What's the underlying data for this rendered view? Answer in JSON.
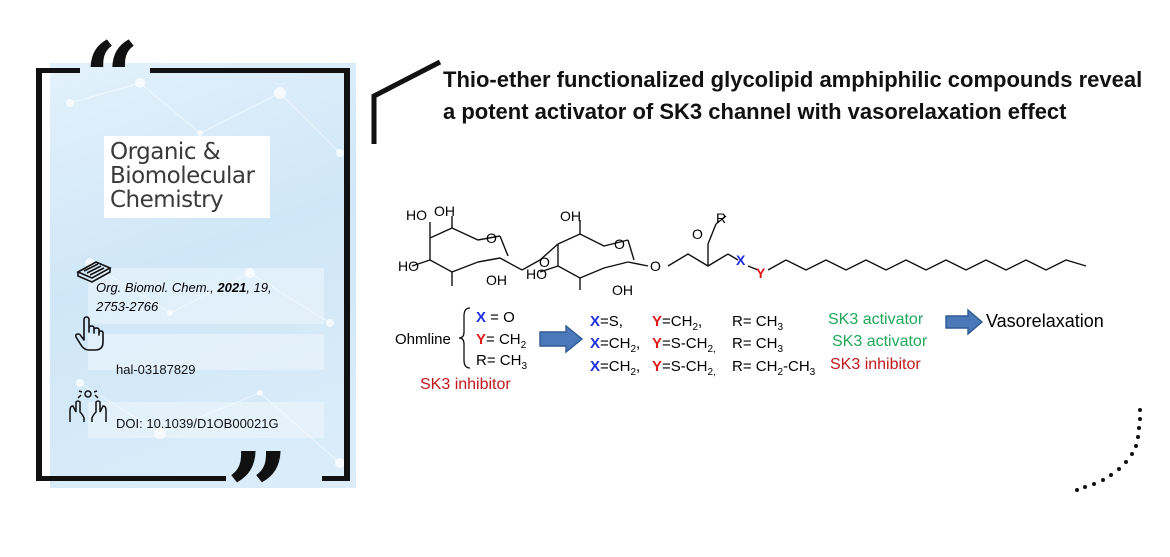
{
  "card": {
    "journal_logo": [
      "Organic &",
      "Biomolecular",
      "Chemistry"
    ],
    "citation": {
      "journal": "Org. Biomol. Chem.",
      "year": "2021",
      "volume": "19",
      "pages": "2753-2766"
    },
    "hal_id": "hal-03187829",
    "doi": "DOI: 10.1039/D1OB00021G",
    "open_quote": "“",
    "close_quote": "”"
  },
  "title": "Thio-ether functionalized glycolipid amphiphilic compounds reveal a potent activator of SK3 channel with vasorelaxation effect",
  "scheme": {
    "structure_labels": {
      "ho_ho": "HO",
      "oh_top": "OH",
      "ho_left": "HO",
      "oh_bottom1": "OH",
      "oh_top2": "OH",
      "ho_mid": "HO",
      "oh_bottom2": "OH",
      "o1": "O",
      "o2": "O",
      "o3": "O",
      "o_link": "O",
      "o_r": "O",
      "r": "R",
      "x": "X",
      "y": "Y"
    },
    "ohmline": {
      "name": "Ohmline",
      "x_label": "X",
      "x_val": " = O",
      "y_label": "Y",
      "y_val": "= CH",
      "y_sub": "2",
      "r_val": "R= CH",
      "r_sub": "3",
      "role": "SK3 inhibitor"
    },
    "analogues": [
      {
        "x": "X",
        "x_val": "=S,",
        "y": "Y",
        "y_val": "=CH",
        "y_sub": "2",
        "y_tail": ",",
        "r": "R= CH",
        "r_sub": "3",
        "role": "SK3 activator"
      },
      {
        "x": "X",
        "x_val": "=CH",
        "x_sub": "2",
        "x_tail": ",",
        "y": "Y",
        "y_val": "=S-CH",
        "y_sub": "2,",
        "r": "R= CH",
        "r_sub": "3",
        "role": "SK3 activator"
      },
      {
        "x": "X",
        "x_val": "=CH",
        "x_sub": "2",
        "x_tail": ",",
        "y": "Y",
        "y_val": "=S-CH",
        "y_sub": "2,",
        "r": "R= CH",
        "r_sub": "2",
        "r_tail": "-CH",
        "r_sub2": "3",
        "role": "SK3 inhibitor"
      }
    ],
    "effect": "Vasorelaxation"
  }
}
